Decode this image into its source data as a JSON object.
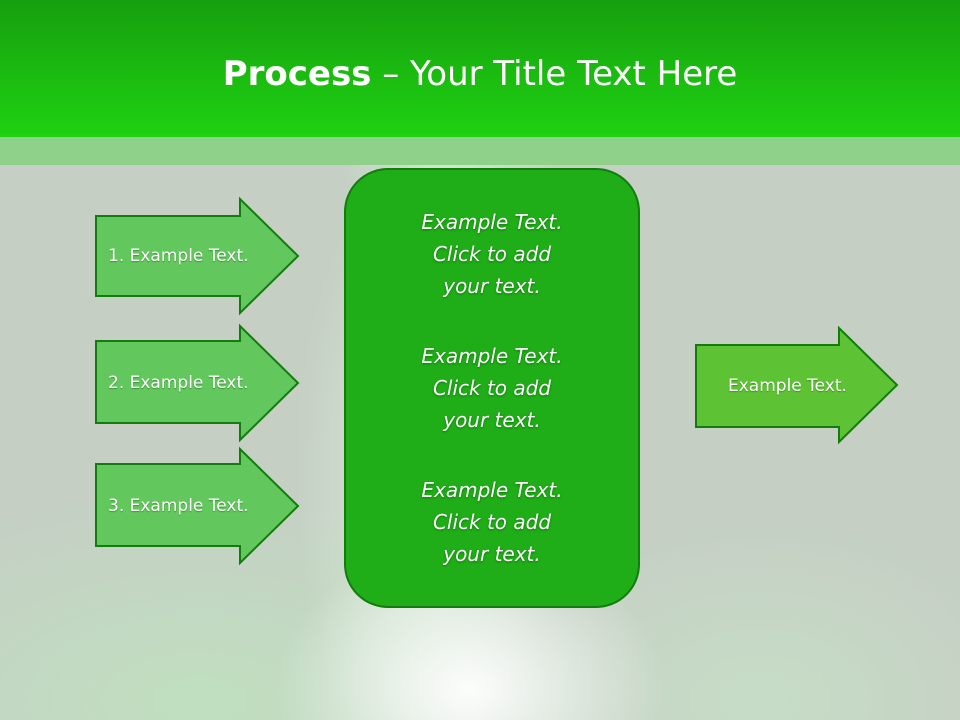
{
  "title": {
    "bold": "Process",
    "rest": " – Your Title Text Here"
  },
  "left_arrows": [
    {
      "label": "1. Example Text."
    },
    {
      "label": "2. Example Text."
    },
    {
      "label": "3. Example Text."
    }
  ],
  "center_box": {
    "blocks": [
      {
        "lines": [
          "Example Text.",
          "Click  to add",
          "your text."
        ]
      },
      {
        "lines": [
          "Example Text.",
          "Click  to add",
          "your text."
        ]
      },
      {
        "lines": [
          "Example Text.",
          "Click  to add",
          "your text."
        ]
      }
    ]
  },
  "right_arrow": {
    "label": "Example Text."
  },
  "colors": {
    "header": "#1fd212",
    "arrow_left_fill": "#62c75c",
    "arrow_right_fill": "#5ec235",
    "center_box_fill": "#1fae17",
    "border": "#127c0c"
  }
}
